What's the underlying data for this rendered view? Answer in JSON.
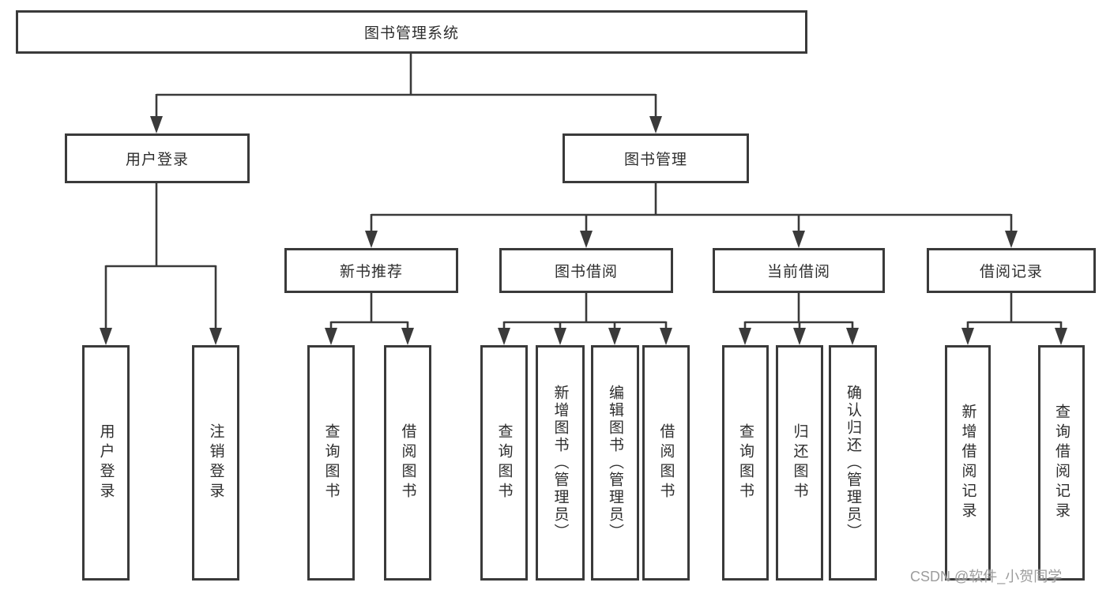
{
  "diagram": {
    "type": "tree-structure-chart",
    "colors": {
      "line": "#3a3a3a",
      "box_border": "#3a3a3a",
      "box_fill": "#ffffff",
      "text": "#2e2e2e",
      "watermark": "#949494",
      "background": "#ffffff"
    },
    "tree": {
      "label": "图书管理系统",
      "children": [
        {
          "label": "用户登录",
          "children": [
            {
              "label": "用户登录"
            },
            {
              "label": "注销登录"
            }
          ]
        },
        {
          "label": "图书管理",
          "children": [
            {
              "label": "新书推荐",
              "children": [
                {
                  "label": "查询图书"
                },
                {
                  "label": "借阅图书"
                }
              ]
            },
            {
              "label": "图书借阅",
              "children": [
                {
                  "label": "查询图书"
                },
                {
                  "label": "新增图书（管理员）"
                },
                {
                  "label": "编辑图书（管理员）"
                },
                {
                  "label": "借阅图书"
                }
              ]
            },
            {
              "label": "当前借阅",
              "children": [
                {
                  "label": "查询图书"
                },
                {
                  "label": "归还图书"
                },
                {
                  "label": "确认归还（管理员）"
                }
              ]
            },
            {
              "label": "借阅记录",
              "children": [
                {
                  "label": "新增借阅记录"
                },
                {
                  "label": "查询借阅记录"
                }
              ]
            }
          ]
        }
      ]
    }
  },
  "watermark": {
    "text": "CSDN @软件_小贺同学"
  }
}
